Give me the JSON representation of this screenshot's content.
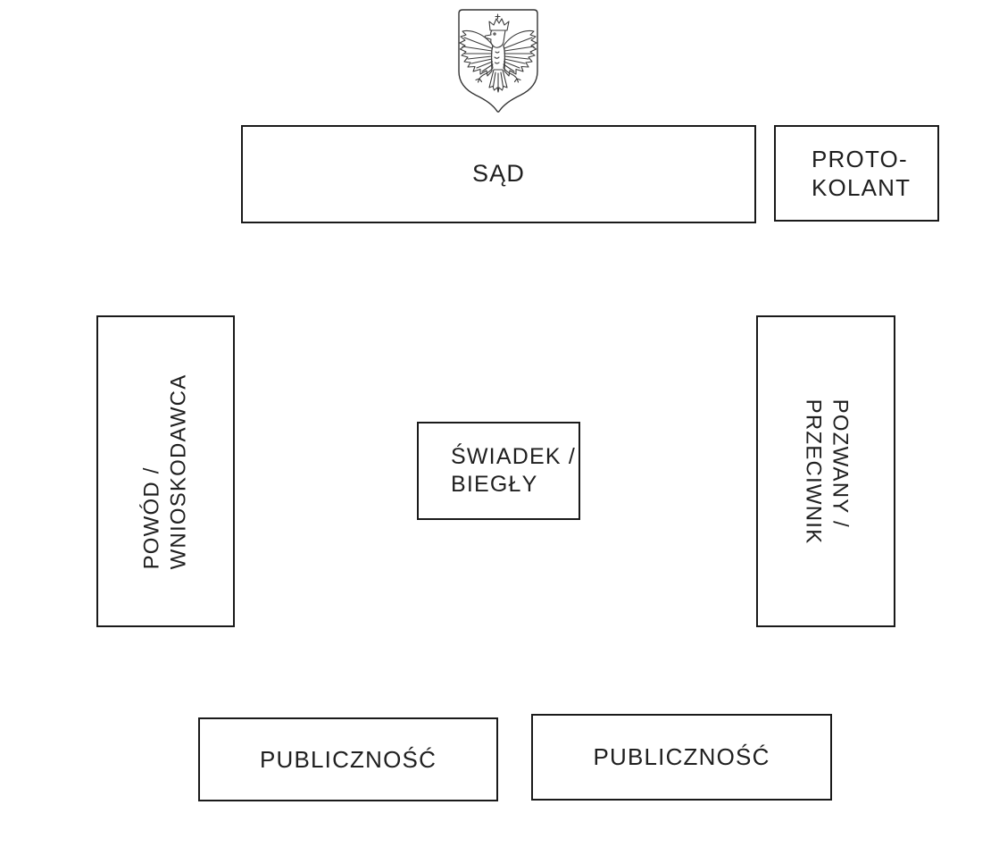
{
  "diagram": {
    "subject": "courtroom-seating-plan",
    "colors": {
      "background": "#ffffff",
      "box_border": "#1a1a1a",
      "text": "#1f1f1f",
      "emblem_stroke": "#3c3c3c"
    },
    "emblem": {
      "name": "polish-coat-of-arms",
      "description": "crowned white eagle inside an outlined shield"
    },
    "boxes": {
      "court": {
        "label": "SĄD"
      },
      "clerk": {
        "line1": "PROTO-",
        "line2": "KOLANT"
      },
      "plaintiff": {
        "line1": "POWÓD /",
        "line2": "WNIOSKODAWCA"
      },
      "defendant": {
        "line1": "POZWANY /",
        "line2": "PRZECIWNIK"
      },
      "witness": {
        "line1": "ŚWIADEK /",
        "line2": "BIEGŁY"
      },
      "audience_left": {
        "label": "PUBLICZNOŚĆ"
      },
      "audience_right": {
        "label": "PUBLICZNOŚĆ"
      }
    }
  }
}
